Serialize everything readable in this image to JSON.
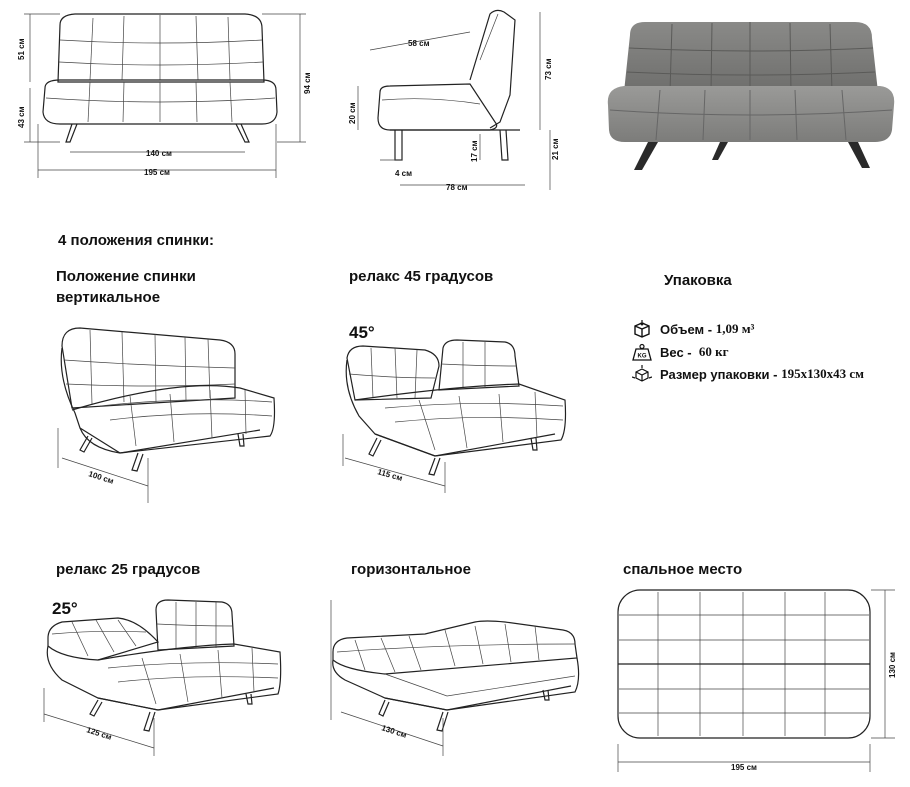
{
  "dimensions": {
    "front_back_height": "51 см",
    "front_seat_height": "43 см",
    "front_total_height": "94 см",
    "front_legs_width": "140 см",
    "front_total_width": "195 см",
    "side_back_depth": "58 см",
    "side_back_height": "73 см",
    "side_seat_height": "20 см",
    "side_leg_height": "17 см",
    "side_floor_height": "21 см",
    "side_leg_offset": "4 см",
    "side_total_depth": "78 см"
  },
  "section_title": "4 положения спинки:",
  "positions": [
    {
      "label_line1": "Положение спинки",
      "label_line2": "вертикальное",
      "depth": "100 см",
      "angle": ""
    },
    {
      "label_line1": "релакс 45 градусов",
      "label_line2": "",
      "depth": "115 см",
      "angle": "45°"
    },
    {
      "label_line1": "релакс 25 градусов",
      "label_line2": "",
      "depth": "125 см",
      "angle": "25°"
    },
    {
      "label_line1": "горизонтальное",
      "label_line2": "",
      "depth": "130 см",
      "angle": ""
    }
  ],
  "sleeping": {
    "label": "спальное место",
    "length": "195 см",
    "width": "130 см"
  },
  "packaging": {
    "title": "Упаковка",
    "items": [
      {
        "icon": "box-volume-icon",
        "label": "Объем -",
        "value": "1,09 м³"
      },
      {
        "icon": "weight-kg-icon",
        "label": "Вес -",
        "value": "60 кг"
      },
      {
        "icon": "package-size-icon",
        "label": "Размер упаковки -",
        "value": "195х130х43 см"
      }
    ]
  }
}
